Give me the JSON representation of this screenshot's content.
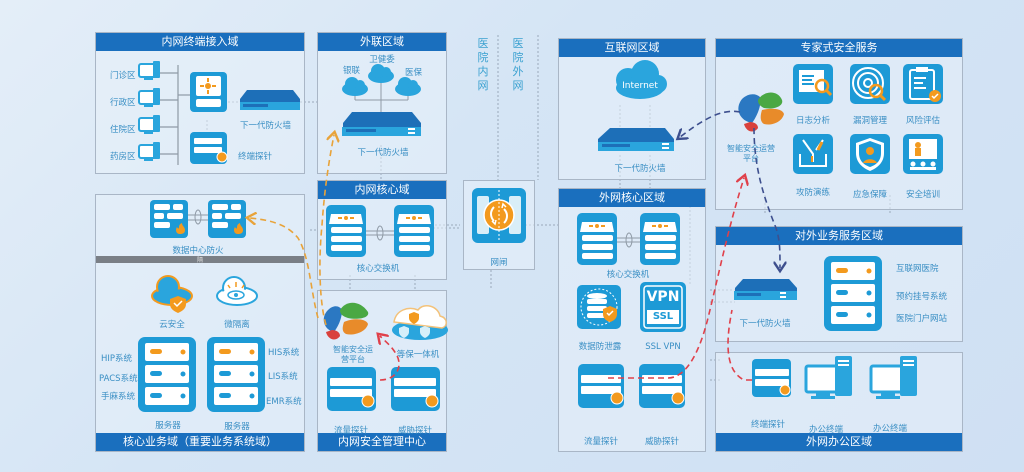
{
  "divider": {
    "left_label": "医院内网",
    "right_label": "医院外网"
  },
  "terminal_domain": {
    "title": "内网终端接入域",
    "zones": [
      "门诊区",
      "行政区",
      "住院区",
      "药房区"
    ],
    "firewall": "下一代防火墙",
    "probe": "终端探针"
  },
  "external_domain": {
    "title": "外联区域",
    "clouds": [
      "银联",
      "卫健委",
      "医保"
    ],
    "firewall": "下一代防火墙"
  },
  "internet_domain": {
    "title": "互联网区域",
    "cloud": "Internet",
    "firewall": "下一代防火墙"
  },
  "expert_service": {
    "title": "专家式安全服务",
    "platform": "智能安全运营平台",
    "items": [
      "日志分析",
      "漏洞管理",
      "风险评估",
      "攻防演练",
      "应急保障",
      "安全培训"
    ]
  },
  "datacenter": {
    "firewall": "数据中心防火",
    "wall_label": "隔",
    "cloud_security": "云安全",
    "micro_isolation": "微隔离",
    "left_systems": [
      "HIP系统",
      "PACS系统",
      "手麻系统"
    ],
    "right_systems": [
      "HIS系统",
      "LIS系统",
      "EMR系统"
    ],
    "server1": "服务器",
    "server2": "服务器",
    "title": "核心业务域（重要业务系统域）"
  },
  "core_domain": {
    "title": "内网核心域",
    "switch": "核心交换机"
  },
  "gateway": {
    "label": "网闸"
  },
  "security_center": {
    "title": "内网安全管理中心",
    "platform": "智能安全运营平台",
    "compliance": "等保一体机",
    "traffic_probe": "流量探针",
    "threat_probe": "威胁探针"
  },
  "ext_core": {
    "title": "外网核心区域",
    "switch": "核心交换机",
    "dlp": "数据防泄露",
    "vpn_label": "SSL VPN",
    "vpn_icon_top": "VPN",
    "vpn_icon_bottom": "SSL",
    "traffic_probe": "流量探针",
    "threat_probe": "威胁探针"
  },
  "public_service": {
    "title": "对外业务服务区域",
    "firewall": "下一代防火墙",
    "services": [
      "互联网医院",
      "预约挂号系统",
      "医院门户网站"
    ]
  },
  "office_domain": {
    "title": "外网办公区域",
    "probe": "终端探针",
    "terminal1": "办公终端",
    "terminal2": "办公终端"
  },
  "colors": {
    "header": "#1a6fbe",
    "icon": "#1d9ad6",
    "accent": "#f39a1e",
    "red_line": "#e0404a",
    "orange_line": "#e8a33a",
    "navy_line": "#3d4f8e"
  }
}
